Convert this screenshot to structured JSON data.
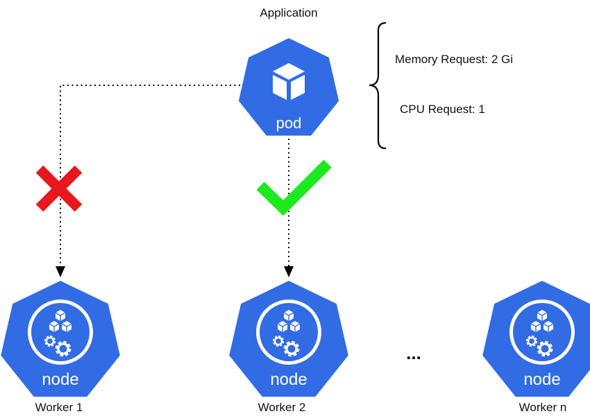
{
  "application": {
    "title": "Application",
    "pod_label": "pod",
    "requests": {
      "memory": "Memory Request: 2 Gi",
      "cpu": "CPU Request: 1"
    }
  },
  "workers": [
    {
      "label": "Worker 1",
      "node_label": "node",
      "status": "rejected"
    },
    {
      "label": "Worker 2",
      "node_label": "node",
      "status": "accepted"
    },
    {
      "label": "Worker n",
      "node_label": "node",
      "status": "none"
    }
  ],
  "ellipsis": "...",
  "colors": {
    "k8s_blue": "#326ce5",
    "reject_red": "#e8171d",
    "accept_green": "#1ee81e",
    "line": "#000000"
  },
  "icons": {
    "pod": "cube-icon",
    "node": "node-cubes-gears-icon",
    "reject": "cross-icon",
    "accept": "checkmark-icon",
    "brace": "curly-brace-icon"
  }
}
